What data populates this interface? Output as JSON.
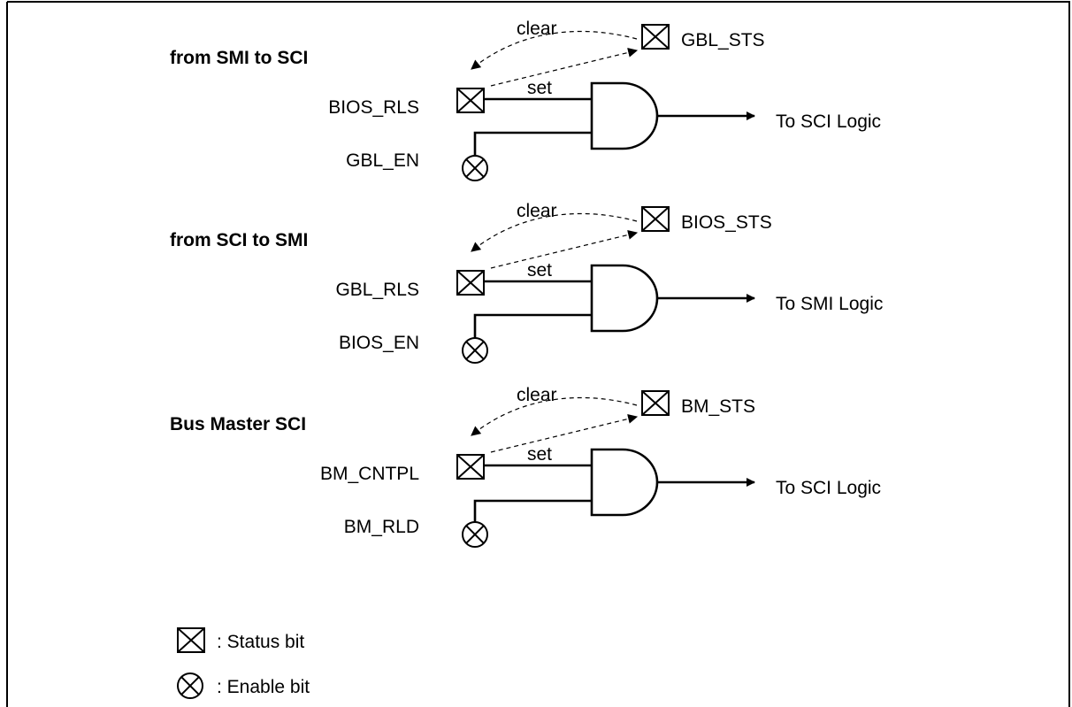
{
  "sections": [
    {
      "title": "from SMI to SCI",
      "status_input": "BIOS_RLS",
      "enable_input": "GBL_EN",
      "status_target": "GBL_STS",
      "clear_label": "clear",
      "set_label": "set",
      "output": "To SCI Logic"
    },
    {
      "title": "from SCI to SMI",
      "status_input": "GBL_RLS",
      "enable_input": "BIOS_EN",
      "status_target": "BIOS_STS",
      "clear_label": "clear",
      "set_label": "set",
      "output": "To SMI Logic"
    },
    {
      "title": "Bus Master SCI",
      "status_input": "BM_CNTPL",
      "enable_input": "BM_RLD",
      "status_target": "BM_STS",
      "clear_label": "clear",
      "set_label": "set",
      "output": "To SCI Logic"
    }
  ],
  "legend": {
    "status": ": Status bit",
    "enable": ": Enable bit"
  }
}
